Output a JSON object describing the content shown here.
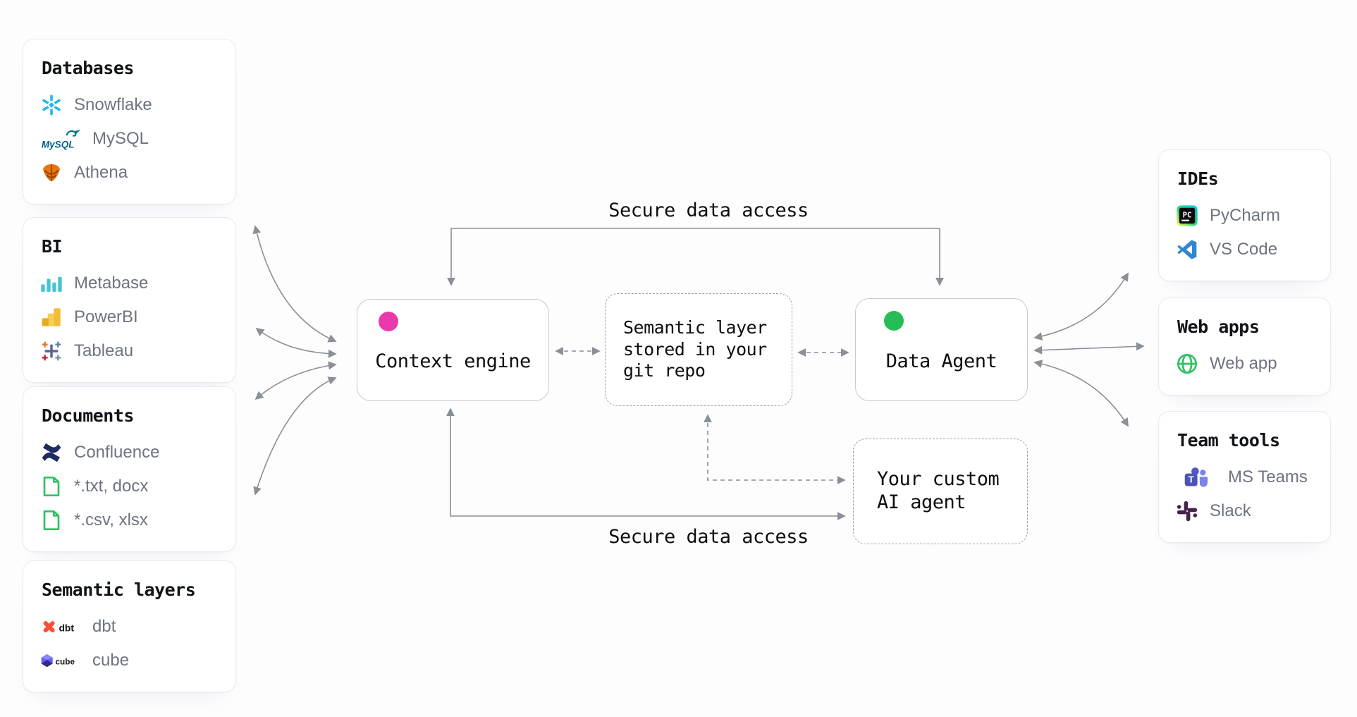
{
  "left_panels": [
    {
      "title": "Databases",
      "items": [
        {
          "icon": "snowflake",
          "label": "Snowflake"
        },
        {
          "icon": "mysql",
          "label": "MySQL"
        },
        {
          "icon": "athena",
          "label": "Athena"
        }
      ]
    },
    {
      "title": "BI",
      "items": [
        {
          "icon": "metabase",
          "label": "Metabase"
        },
        {
          "icon": "powerbi",
          "label": "PowerBI"
        },
        {
          "icon": "tableau",
          "label": "Tableau"
        }
      ]
    },
    {
      "title": "Documents",
      "items": [
        {
          "icon": "confluence",
          "label": "Confluence"
        },
        {
          "icon": "file",
          "label": "*.txt, docx"
        },
        {
          "icon": "file",
          "label": "*.csv, xlsx"
        }
      ]
    },
    {
      "title": "Semantic layers",
      "items": [
        {
          "icon": "dbt",
          "label": "dbt"
        },
        {
          "icon": "cube",
          "label": "cube"
        }
      ]
    }
  ],
  "right_panels": [
    {
      "title": "IDEs",
      "items": [
        {
          "icon": "pycharm",
          "label": "PyCharm"
        },
        {
          "icon": "vscode",
          "label": "VS Code"
        }
      ]
    },
    {
      "title": "Web apps",
      "items": [
        {
          "icon": "webapp",
          "label": "Web app"
        }
      ]
    },
    {
      "title": "Team tools",
      "items": [
        {
          "icon": "msteams",
          "label": "MS Teams"
        },
        {
          "icon": "slack",
          "label": "Slack"
        }
      ]
    }
  ],
  "nodes": {
    "context_engine": {
      "label": "Context engine",
      "dot_color": "#e93aab"
    },
    "semantic_layer": {
      "label": "Semantic layer stored in your git repo"
    },
    "data_agent": {
      "label": "Data Agent",
      "dot_color": "#26bd58"
    },
    "custom_agent": {
      "label": "Your custom AI agent"
    }
  },
  "labels": {
    "secure_top": "Secure data access",
    "secure_bottom": "Secure data access"
  },
  "colors": {
    "arrow": "#8b8f98",
    "solid_border": "#c7cad2",
    "dashed_border": "#9aa0a9"
  }
}
